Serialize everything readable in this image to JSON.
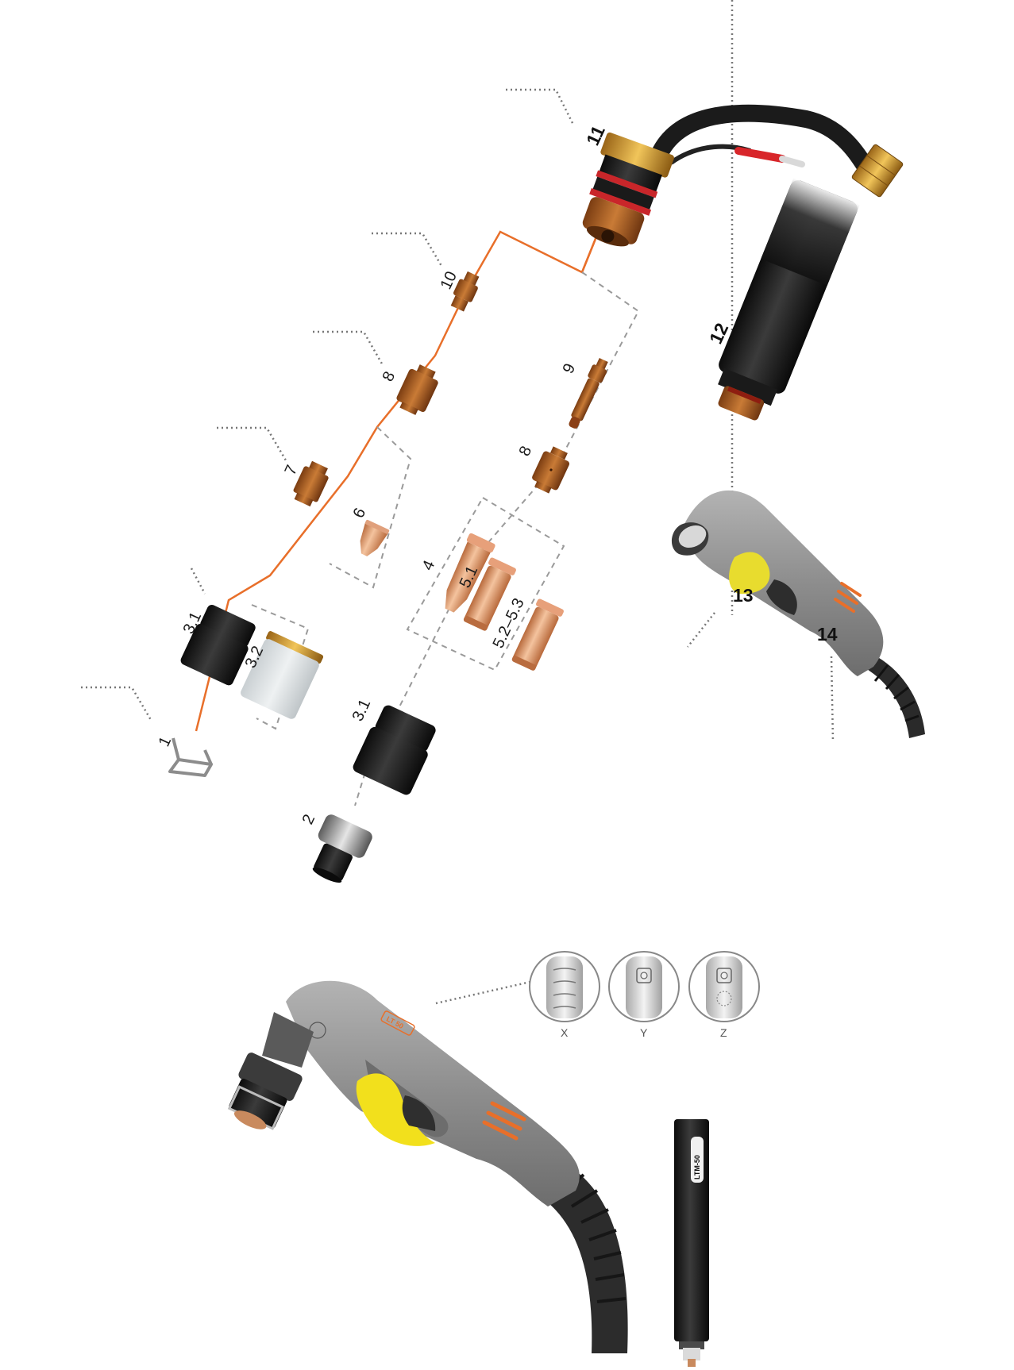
{
  "parts": {
    "p1": "1",
    "p2": "2",
    "p3_1a": "3.1",
    "p3_2": "3.2",
    "p3_1b": "3.1",
    "p4": "4",
    "p5_1": "5.1",
    "p5_2": "5.2–5.3",
    "p6": "6",
    "p7": "7",
    "p8a": "8",
    "p8b": "8",
    "p9": "9",
    "p10": "10",
    "p11": "11",
    "p12": "12",
    "p13": "13",
    "p14": "14"
  },
  "switches": {
    "x": "X",
    "y": "Y",
    "z": "Z"
  },
  "product": {
    "handle_badge": "LT 50",
    "tube_text": "LTM-50"
  },
  "colors": {
    "orange": "#e86f2a",
    "gray_dash": "#9a9a9a",
    "torch_gray": "#8f8f8f",
    "yellow": "#f2e01c",
    "brass": "#c98a2b"
  }
}
